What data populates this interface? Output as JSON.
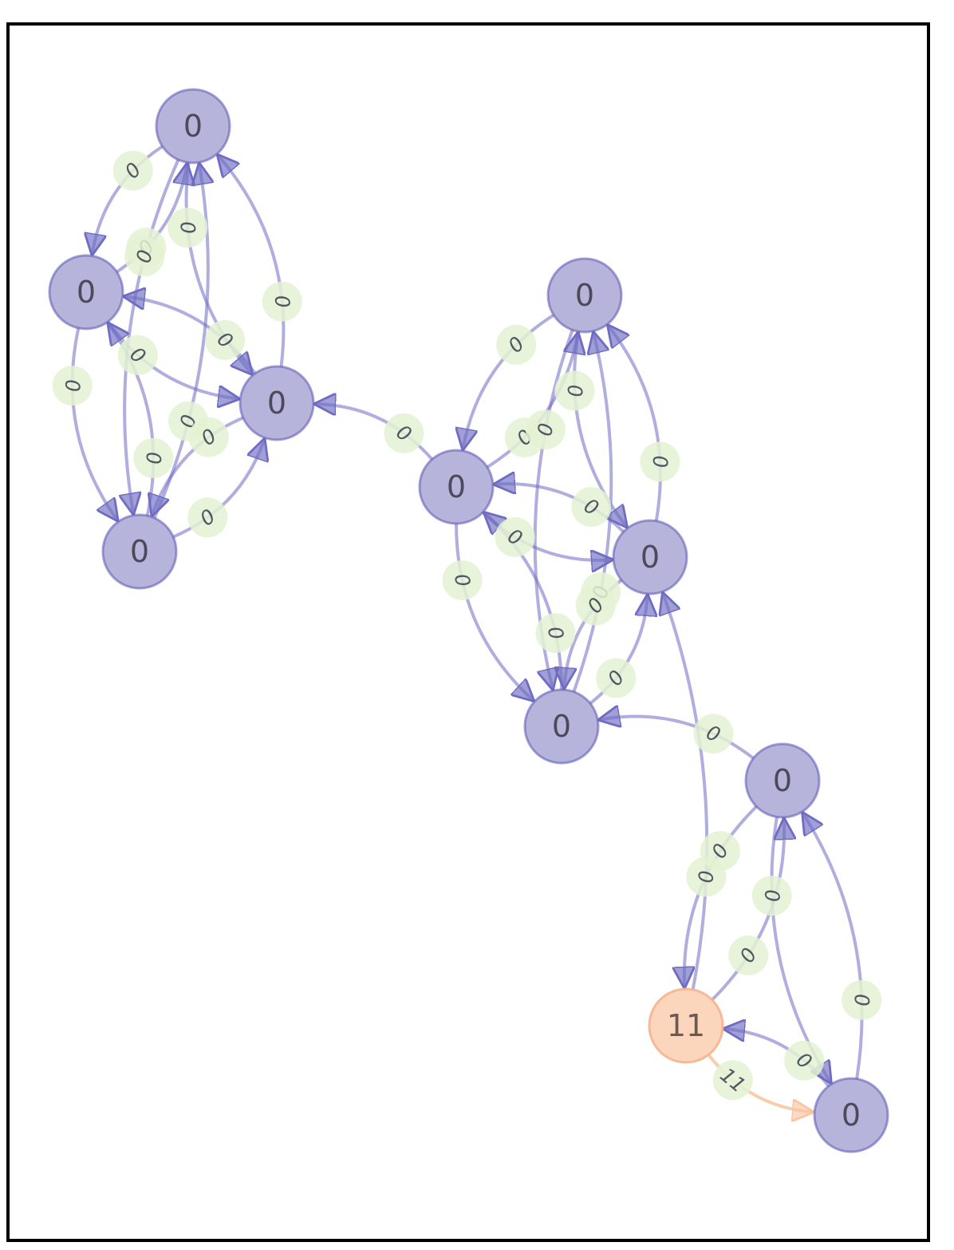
{
  "colors": {
    "node_default": "#b3b0da",
    "node_default_stroke": "#5a56b2",
    "node_highlight": "#fcd4b8",
    "node_highlight_stroke": "#f5b58c",
    "edge_default": "#6f6cc2",
    "edge_highlight": "#f8c6a2",
    "edge_label_bg": "#e4f2d2",
    "text": "#3a3a4e"
  },
  "nodes": [
    {
      "id": "a1",
      "label": "0",
      "highlight": false
    },
    {
      "id": "a2",
      "label": "0",
      "highlight": false
    },
    {
      "id": "a3",
      "label": "0",
      "highlight": false
    },
    {
      "id": "a4",
      "label": "0",
      "highlight": false
    },
    {
      "id": "b1",
      "label": "0",
      "highlight": false
    },
    {
      "id": "b2",
      "label": "0",
      "highlight": false
    },
    {
      "id": "b3",
      "label": "0",
      "highlight": false
    },
    {
      "id": "b4",
      "label": "0",
      "highlight": false
    },
    {
      "id": "c1",
      "label": "0",
      "highlight": false
    },
    {
      "id": "c2",
      "label": "11",
      "highlight": true
    },
    {
      "id": "c3",
      "label": "0",
      "highlight": false
    }
  ],
  "edges": [
    {
      "from": "a1",
      "to": "a2",
      "label": "0"
    },
    {
      "from": "a2",
      "to": "a1",
      "label": "0"
    },
    {
      "from": "a1",
      "to": "a4",
      "label": "0"
    },
    {
      "from": "a4",
      "to": "a1",
      "label": "0"
    },
    {
      "from": "a1",
      "to": "a3",
      "label": "0"
    },
    {
      "from": "a3",
      "to": "a1",
      "label": "0"
    },
    {
      "from": "a2",
      "to": "a3",
      "label": "0"
    },
    {
      "from": "a3",
      "to": "a2",
      "label": "0"
    },
    {
      "from": "a2",
      "to": "a4",
      "label": "0"
    },
    {
      "from": "a4",
      "to": "a2",
      "label": "0"
    },
    {
      "from": "a3",
      "to": "a4",
      "label": "0"
    },
    {
      "from": "a4",
      "to": "a3",
      "label": "0"
    },
    {
      "from": "b2",
      "to": "a3",
      "label": "0"
    },
    {
      "from": "b1",
      "to": "b2",
      "label": "0"
    },
    {
      "from": "b2",
      "to": "b1",
      "label": "0"
    },
    {
      "from": "b1",
      "to": "b3",
      "label": "0"
    },
    {
      "from": "b3",
      "to": "b1",
      "label": "0"
    },
    {
      "from": "b1",
      "to": "b4",
      "label": "0"
    },
    {
      "from": "b4",
      "to": "b1",
      "label": "0"
    },
    {
      "from": "b2",
      "to": "b3",
      "label": "0"
    },
    {
      "from": "b3",
      "to": "b2",
      "label": "0"
    },
    {
      "from": "b2",
      "to": "b4",
      "label": "0"
    },
    {
      "from": "b4",
      "to": "b2",
      "label": "0"
    },
    {
      "from": "b3",
      "to": "b4",
      "label": "0"
    },
    {
      "from": "b4",
      "to": "b3",
      "label": "0"
    },
    {
      "from": "c1",
      "to": "b4",
      "label": "0"
    },
    {
      "from": "c2",
      "to": "b3",
      "label": "0"
    },
    {
      "from": "c1",
      "to": "c2",
      "label": "0"
    },
    {
      "from": "c2",
      "to": "c1",
      "label": "0"
    },
    {
      "from": "c1",
      "to": "c3",
      "label": "0"
    },
    {
      "from": "c3",
      "to": "c1",
      "label": "0"
    },
    {
      "from": "c3",
      "to": "c2",
      "label": "0"
    },
    {
      "from": "c2",
      "to": "c3",
      "label": "11",
      "highlight": true
    }
  ]
}
